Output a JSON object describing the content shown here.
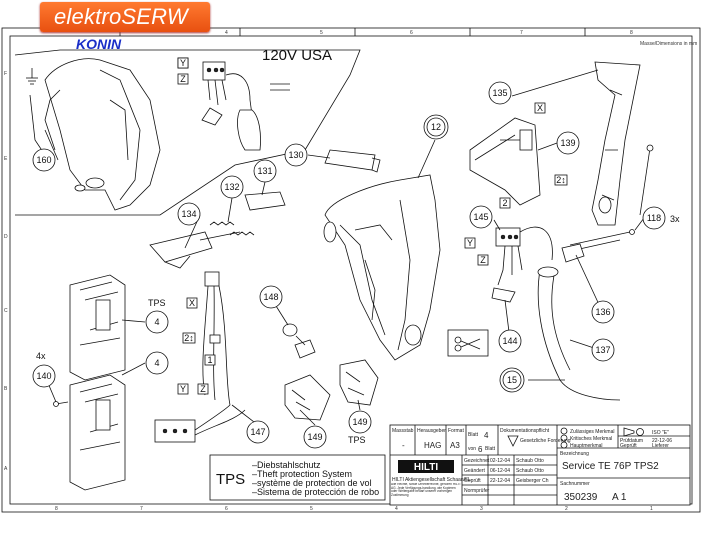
{
  "watermark": {
    "brand": "elektroSERW",
    "city": "KONIN"
  },
  "inset_title": "120V USA",
  "grid": {
    "top": [
      "4",
      "5",
      "6",
      "7",
      "8"
    ],
    "bottom": [
      "8",
      "7",
      "6",
      "5",
      "4",
      "3",
      "2",
      "1"
    ],
    "left": [
      "F",
      "E",
      "D",
      "C",
      "B",
      "A"
    ],
    "corner_note": "Masse/Dimensions in mm"
  },
  "callouts": [
    {
      "id": "c160",
      "text": "160",
      "style": "circle"
    },
    {
      "id": "c130",
      "text": "130",
      "style": "circle"
    },
    {
      "id": "c131",
      "text": "131",
      "style": "circle"
    },
    {
      "id": "c132",
      "text": "132",
      "style": "circle"
    },
    {
      "id": "c134",
      "text": "134",
      "style": "circle"
    },
    {
      "id": "c12",
      "text": "12",
      "style": "double"
    },
    {
      "id": "c135",
      "text": "135",
      "style": "circle"
    },
    {
      "id": "c139",
      "text": "139",
      "style": "circle"
    },
    {
      "id": "c145",
      "text": "145",
      "style": "circle"
    },
    {
      "id": "c118",
      "text": "118",
      "style": "circle"
    },
    {
      "id": "c136",
      "text": "136",
      "style": "circle"
    },
    {
      "id": "c137",
      "text": "137",
      "style": "circle"
    },
    {
      "id": "c144",
      "text": "144",
      "style": "circle"
    },
    {
      "id": "c15",
      "text": "15",
      "style": "double"
    },
    {
      "id": "c148",
      "text": "148",
      "style": "circle"
    },
    {
      "id": "c149a",
      "text": "149",
      "style": "circle"
    },
    {
      "id": "c149b",
      "text": "149",
      "style": "circle"
    },
    {
      "id": "c147",
      "text": "147",
      "style": "circle"
    },
    {
      "id": "c4a",
      "text": "4",
      "style": "circle"
    },
    {
      "id": "c4b",
      "text": "4",
      "style": "circle"
    },
    {
      "id": "c140",
      "text": "140",
      "style": "circle"
    }
  ],
  "texts": {
    "qty_3x": "3x",
    "qty_4x": "4x",
    "tps_1": "TPS",
    "tps_2": "TPS",
    "sq_x1": "X",
    "sq_y1": "Y",
    "sq_z1": "Z",
    "sq_x2": "X",
    "sq_21a": "2",
    "sq_y2": "Y",
    "sq_z2": "Z",
    "sq_x3": "X",
    "sq_2_1": "2",
    "sq_y3": "Y",
    "sq_z3": "Z",
    "sq_21b": "2↕",
    "sq_21c": "2↕",
    "sq_1b": "1"
  },
  "legend": {
    "key": "TPS",
    "lines": [
      "–Diebstahlschutz",
      "–Theft protection System",
      "–système de protection de vol",
      "–Sistema de protección de robo"
    ]
  },
  "title_block": {
    "massstab_label": "Massstab",
    "massstab_value": "-",
    "hersteller_label": "Herausgeber",
    "hersteller_value": "HAG",
    "format_label": "Format",
    "format_value": "A3",
    "blatt_label": "Blatt",
    "blatt_value": "4",
    "von_label": "von",
    "von_value": "6",
    "blatt2_label": "Blatt",
    "dok_label": "Dokumentationspflicht",
    "dok_note": "Gesetzliche Forderung",
    "merkmal_1": "Zulässiges Merkmal",
    "merkmal_2": "Kritisches Merkmal",
    "merkmal_3": "Hauptmerkmal",
    "iso": "ISO \"E\"",
    "pruefdatum_label": "Prüfdatum",
    "pruefdatum_value": "22-12-06",
    "geprueft_label": "Geprüft",
    "geprueft_value": "Lieferer",
    "gezeichnet_label": "Gezeichnet",
    "gezeichnet_date": "02-12-04",
    "gezeichnet_name": "Schaub Otto",
    "geaendert_label": "Geändert",
    "geaendert_date": "06-12-04",
    "geaendert_name": "Schaub Otto",
    "gepr_label": "Geprüft",
    "gepr_date": "22-12-04",
    "gepr_name": "Geisberger Ch",
    "norm_label": "Normprüfer",
    "company": "HILTI Aktiengesellschaft Schaan/FL",
    "copyright": "Alle Rechte, sowie Urheberrechte, gehören HILTI AG. Jede Verfügungs-handlung, wie Kopieren oder Weitergabe bedarf unserer vorherigen Zustimmung",
    "bezeichnung_label": "Bezeichnung",
    "bezeichnung_value": "Service TE 76P TPS2",
    "sach_label": "Sachnummer",
    "sach_value": "350239",
    "sach_rev": "A 1",
    "logo": "HILTI"
  }
}
